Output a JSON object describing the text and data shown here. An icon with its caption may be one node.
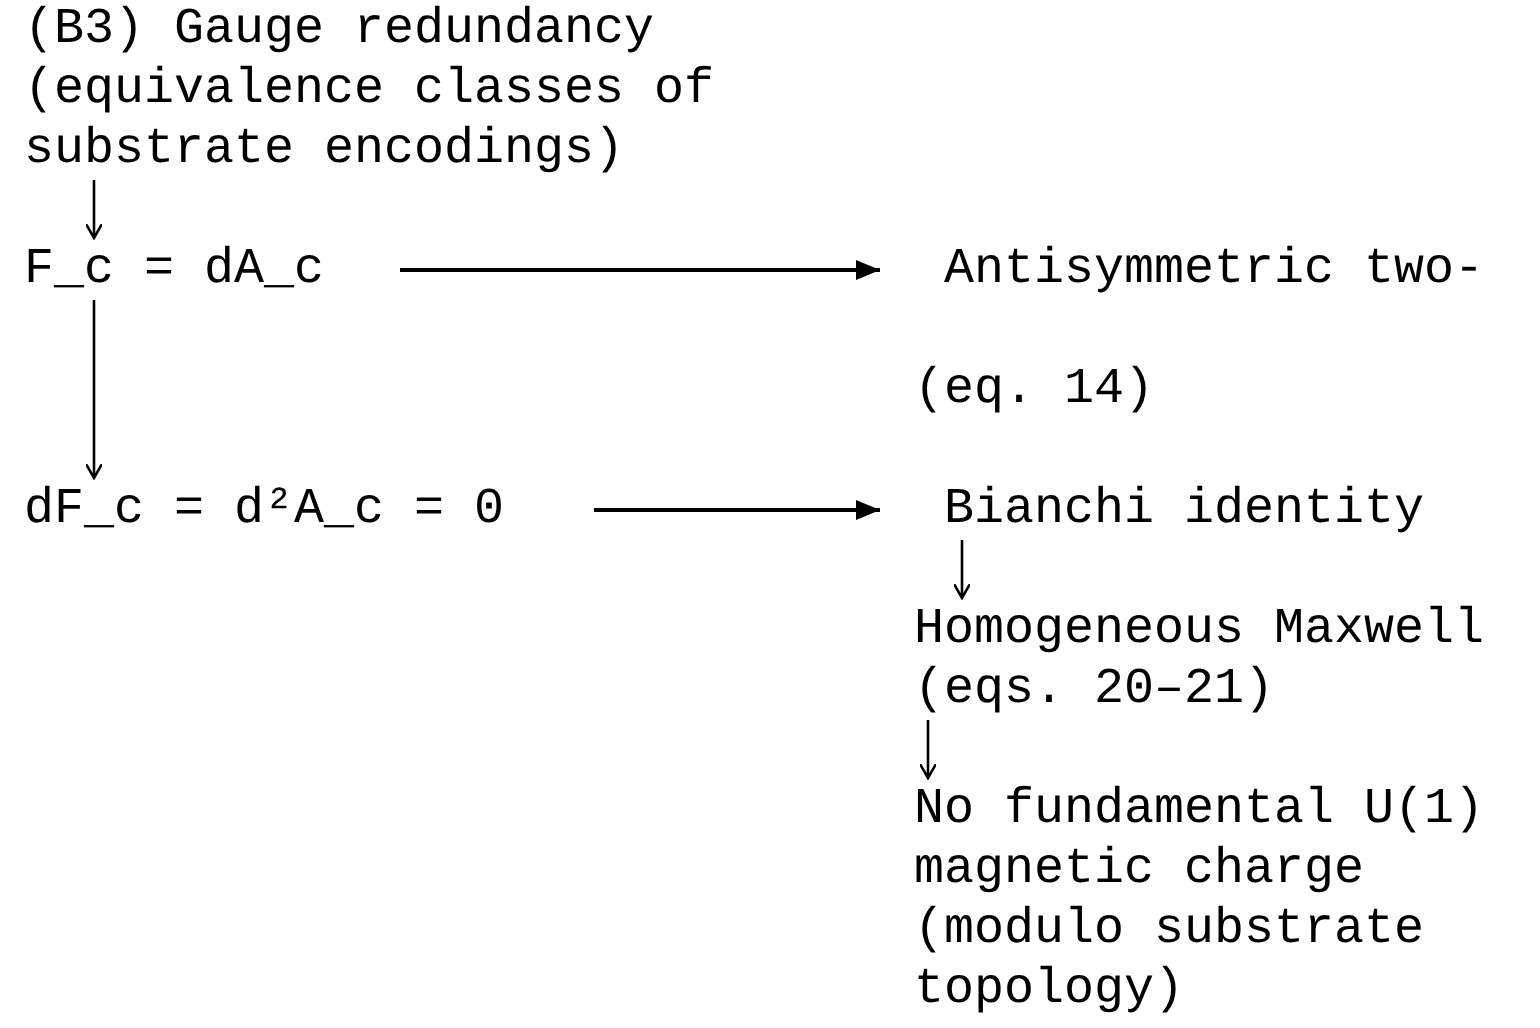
{
  "diagram": {
    "nodes": [
      {
        "text": [
          "(B3) Gauge redundancy (equivalence classes of substrate encodings)"
        ]
      },
      {
        "text": [
          "F_c = dA_c"
        ]
      },
      {
        "text": [
          "Antisymmetric two-",
          "(eq. 14)"
        ]
      },
      {
        "text": [
          "dF_c = d²A_c = 0"
        ]
      },
      {
        "text": [
          "Bianchi identity"
        ]
      },
      {
        "text": [
          "Homogeneous Maxwell (eqs. 20–21)"
        ]
      },
      {
        "text": [
          "No fundamental U(1) magnetic charge (modulo substrate topology)"
        ]
      }
    ],
    "edges": [
      {
        "from": 0,
        "to": 1,
        "arrow": "to"
      },
      {
        "from": 1,
        "to": 2,
        "arrow": "to"
      },
      {
        "from": 1,
        "to": 3,
        "arrow": "to"
      },
      {
        "from": 3,
        "to": 4,
        "arrow": "to"
      },
      {
        "from": 4,
        "to": 5,
        "arrow": "to"
      },
      {
        "from": 5,
        "to": 6,
        "arrow": "to"
      }
    ]
  }
}
